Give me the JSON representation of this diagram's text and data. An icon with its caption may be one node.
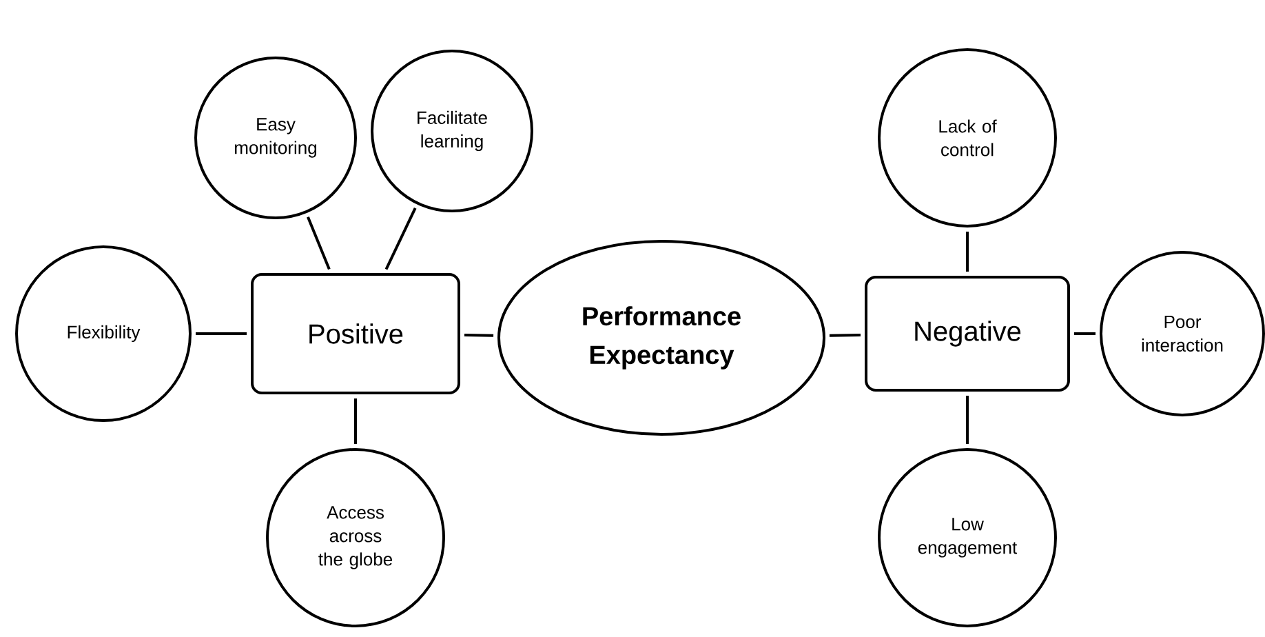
{
  "diagram": {
    "nodes": [
      {
        "text": [
          "Positive"
        ]
      },
      {
        "text": [
          "Easy monitoring"
        ]
      },
      {
        "text": [
          "Facilitate learning"
        ]
      },
      {
        "text": [
          "Flexibility"
        ]
      },
      {
        "text": [
          "Access across the globe"
        ]
      },
      {
        "text": [
          "Performance Expectancy"
        ]
      },
      {
        "text": [
          "Negative"
        ]
      },
      {
        "text": [
          "Lack of control"
        ]
      },
      {
        "text": [
          "Poor interaction"
        ]
      },
      {
        "text": [
          "Low engagement"
        ]
      }
    ],
    "edges": [
      {
        "from": 0,
        "to": 3,
        "arrow": "none"
      },
      {
        "from": 0,
        "to": 1,
        "arrow": "none"
      },
      {
        "from": 0,
        "to": 2,
        "arrow": "none"
      },
      {
        "from": 0,
        "to": 4,
        "arrow": "none"
      },
      {
        "from": 0,
        "to": 5,
        "arrow": "none"
      },
      {
        "from": 5,
        "to": 6,
        "arrow": "none"
      },
      {
        "from": 6,
        "to": 7,
        "arrow": "none"
      },
      {
        "from": 6,
        "to": 8,
        "arrow": "none"
      },
      {
        "from": 6,
        "to": 9,
        "arrow": "none"
      }
    ]
  }
}
